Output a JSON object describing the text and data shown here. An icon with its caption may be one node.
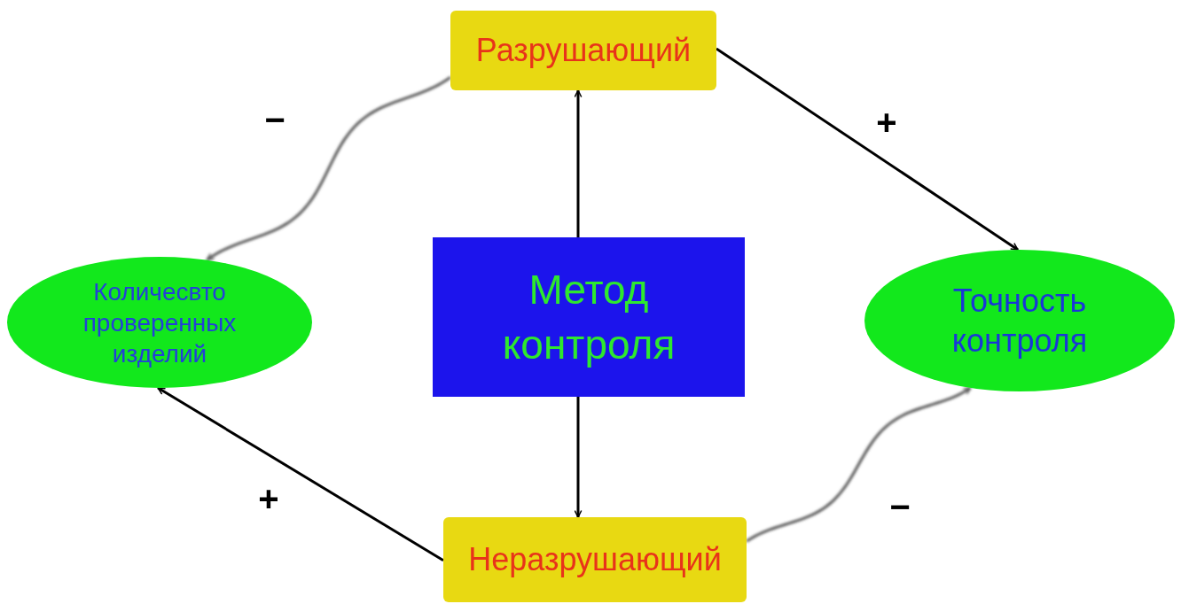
{
  "diagram": {
    "nodes": [
      {
        "text": [
          "Разрушающий"
        ]
      },
      {
        "text": [
          "Метод контроля"
        ]
      },
      {
        "text": [
          "Количесвто проверенных изделий"
        ]
      },
      {
        "text": [
          "Точность контроля"
        ]
      },
      {
        "text": [
          "Неразрушающий"
        ]
      }
    ],
    "edges": [
      {
        "from": 1,
        "to": 0,
        "arrow": "to"
      },
      {
        "from": 1,
        "to": 4,
        "arrow": "to"
      },
      {
        "from": 0,
        "to": 3,
        "arrow": "to",
        "label": "+"
      },
      {
        "from": 0,
        "to": 2,
        "arrow": "to",
        "label": "−",
        "color": "#555555"
      },
      {
        "from": 4,
        "to": 2,
        "arrow": "to",
        "label": "+"
      },
      {
        "from": 4,
        "to": 3,
        "arrow": "to",
        "label": "−",
        "color": "#555555"
      }
    ]
  }
}
